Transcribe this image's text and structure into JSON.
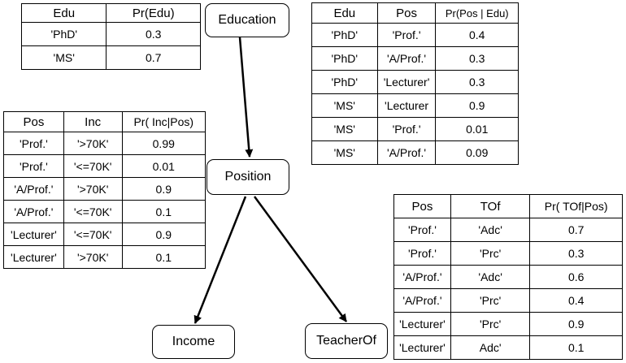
{
  "nodes": {
    "education": "Education",
    "position": "Position",
    "income": "Income",
    "teacherof": "TeacherOf"
  },
  "tables": {
    "edu": {
      "headers": [
        "Edu",
        "Pr(Edu)"
      ],
      "rows": [
        [
          "'PhD'",
          "0.3"
        ],
        [
          "'MS'",
          "0.7"
        ]
      ]
    },
    "pos_given_edu": {
      "headers": [
        "Edu",
        "Pos",
        "Pr(Pos | Edu)"
      ],
      "rows": [
        [
          "'PhD'",
          "'Prof.'",
          "0.4"
        ],
        [
          "'PhD'",
          "'A/Prof.'",
          "0.3"
        ],
        [
          "'PhD'",
          "'Lecturer'",
          "0.3"
        ],
        [
          "'MS'",
          "'Lecturer",
          "0.9"
        ],
        [
          "'MS'",
          "'Prof.'",
          "0.01"
        ],
        [
          "'MS'",
          "'A/Prof.'",
          "0.09"
        ]
      ]
    },
    "inc_given_pos": {
      "headers": [
        "Pos",
        "Inc",
        "Pr( Inc|Pos)"
      ],
      "rows": [
        [
          "'Prof.'",
          "'>70K'",
          "0.99"
        ],
        [
          "'Prof.'",
          "'<=70K'",
          "0.01"
        ],
        [
          "'A/Prof.'",
          "'>70K'",
          "0.9"
        ],
        [
          "'A/Prof.'",
          "'<=70K'",
          "0.1"
        ],
        [
          "'Lecturer'",
          "'<=70K'",
          "0.9"
        ],
        [
          "'Lecturer'",
          "'>70K'",
          "0.1"
        ]
      ]
    },
    "tof_given_pos": {
      "headers": [
        "Pos",
        "TOf",
        "Pr( TOf|Pos)"
      ],
      "rows": [
        [
          "'Prof.'",
          "'Adc'",
          "0.7"
        ],
        [
          "'Prof.'",
          "'Prc'",
          "0.3"
        ],
        [
          "'A/Prof.'",
          "'Adc'",
          "0.6"
        ],
        [
          "'A/Prof.'",
          "'Prc'",
          "0.4"
        ],
        [
          "'Lecturer'",
          "'Prc'",
          "0.9"
        ],
        [
          "'Lecturer'",
          "Adc'",
          "0.1"
        ]
      ]
    }
  }
}
